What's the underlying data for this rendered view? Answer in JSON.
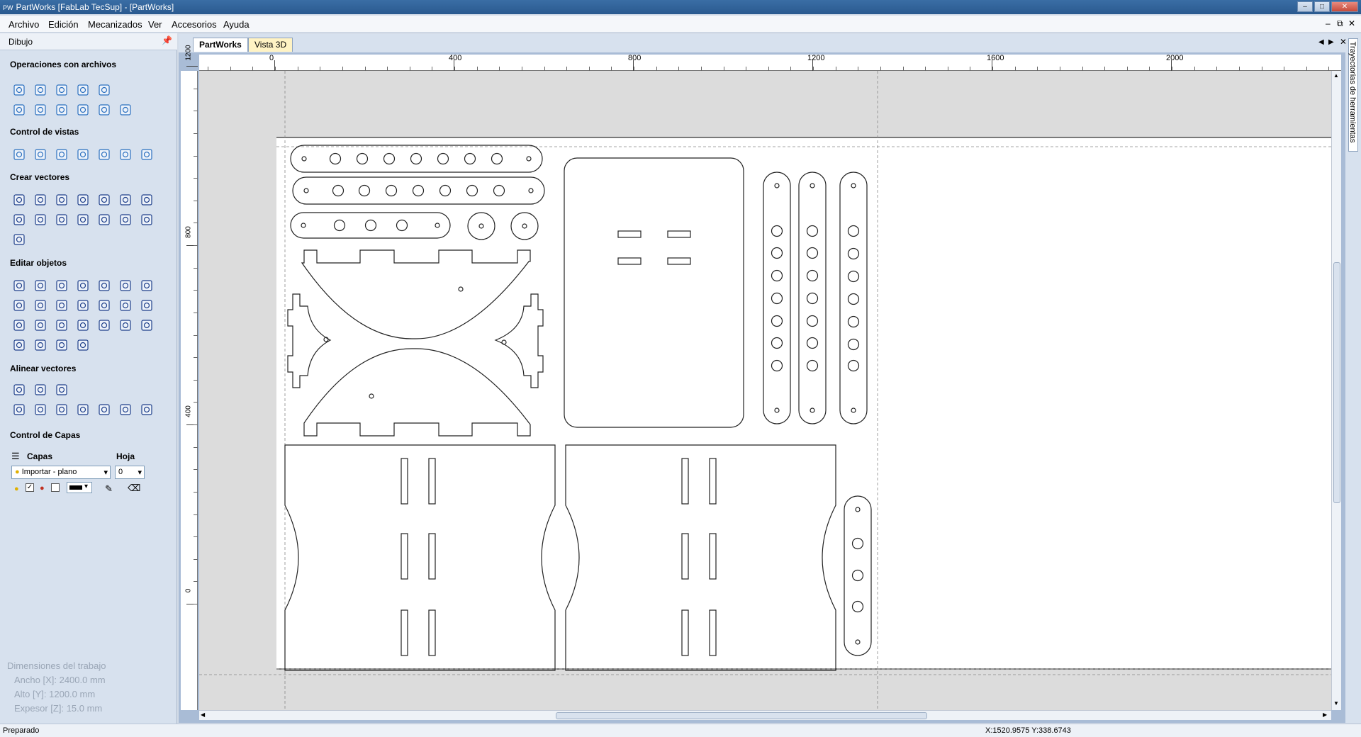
{
  "window": {
    "title": "PartWorks [FabLab TecSup] - [PartWorks]",
    "app_icon": "PW"
  },
  "menu": [
    "Archivo",
    "Edición",
    "Mecanizados",
    "Ver",
    "Accesorios",
    "Ayuda"
  ],
  "panel": {
    "title": "Dibujo",
    "pin": "pin-icon",
    "sections": {
      "files": "Operaciones con archivos",
      "views": "Control de vistas",
      "create": "Crear vectores",
      "edit": "Editar objetos",
      "align": "Alinear vectores",
      "layers": "Control de Capas"
    },
    "layers": {
      "capas_label": "Capas",
      "hoja_label": "Hoja",
      "layer_value": "Importar - plano",
      "sheet_value": "0",
      "color": "#000000"
    },
    "dimensions": {
      "title": "Dimensiones del trabajo",
      "width": "Ancho    [X]: 2400.0 mm",
      "height": "Alto     [Y]: 1200.0 mm",
      "thickness": "Expesor [Z]: 15.0 mm"
    }
  },
  "tabs": [
    {
      "label": "PartWorks",
      "active": true
    },
    {
      "label": "Vista 3D",
      "active": false
    }
  ],
  "right_panel": {
    "label": "Trayectorias de herramientas"
  },
  "rulers": {
    "top": [
      "0",
      "400",
      "800",
      "1200",
      "1600",
      "2000"
    ],
    "left": [
      "1200",
      "800",
      "400",
      "0"
    ]
  },
  "status": {
    "text": "Preparado",
    "coords": "X:1520.9575 Y:338.6743"
  },
  "colors": {
    "accent": "#3a6ea5",
    "panel_bg": "#d7e1ee",
    "canvas_bg": "#dcdcdc",
    "active_tab": "#fff3c4"
  }
}
